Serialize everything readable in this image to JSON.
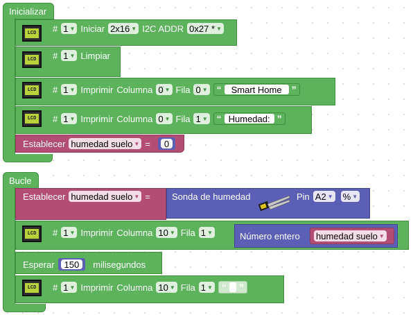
{
  "lcd_icon": "LCD",
  "init": {
    "title": "Inicializar",
    "b1": {
      "hash": "#",
      "lcd": "1",
      "iniciar": "Iniciar",
      "size": "2x16",
      "i2c": "I2C ADDR",
      "addr": "0x27 *"
    },
    "b2": {
      "hash": "#",
      "lcd": "1",
      "label": "Limpiar"
    },
    "b3": {
      "hash": "#",
      "lcd": "1",
      "imprimir": "Imprimir",
      "columna": "Columna",
      "col": "0",
      "fila": "Fila",
      "row": "0",
      "text": "Smart Home"
    },
    "b4": {
      "hash": "#",
      "lcd": "1",
      "imprimir": "Imprimir",
      "columna": "Columna",
      "col": "0",
      "fila": "Fila",
      "row": "1",
      "text": "Humedad:"
    },
    "set": {
      "label": "Establecer",
      "var": "humedad suelo",
      "eq": "=",
      "value": "0"
    }
  },
  "loop": {
    "title": "Bucle",
    "set": {
      "label": "Establecer",
      "var": "humedad suelo",
      "eq": "=",
      "sensor": "Sonda de humedad",
      "pin_label": "Pin",
      "pin": "A2",
      "unit": "%"
    },
    "print1": {
      "hash": "#",
      "lcd": "1",
      "imprimir": "Imprimir",
      "columna": "Columna",
      "col": "10",
      "fila": "Fila",
      "row": "1",
      "int_label": "Número entero",
      "var": "humedad suelo"
    },
    "wait": {
      "label": "Esperar",
      "value": "150",
      "unit": "milisegundos"
    },
    "print2": {
      "hash": "#",
      "lcd": "1",
      "imprimir": "Imprimir",
      "columna": "Columna",
      "col": "10",
      "fila": "Fila",
      "row": "1",
      "text": ""
    }
  }
}
